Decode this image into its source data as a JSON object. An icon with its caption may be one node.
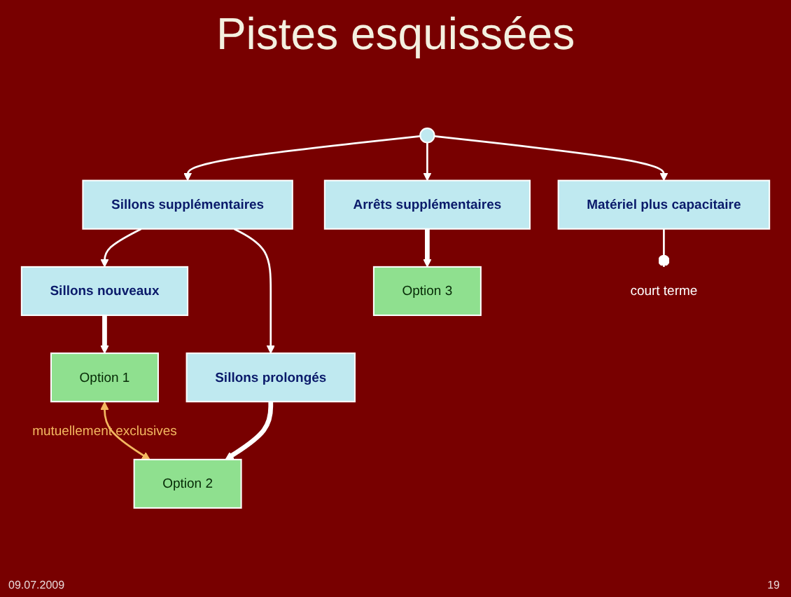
{
  "diagram": {
    "title": "Pistes esquissées",
    "nodes": [
      {
        "text": [],
        "shape": "circle"
      },
      {
        "text": [
          "Sillons supplémentaires"
        ]
      },
      {
        "text": [
          "Arrêts supplémentaires"
        ]
      },
      {
        "text": [
          "Matériel plus capacitaire"
        ]
      },
      {
        "text": [
          "Sillons nouveaux"
        ]
      },
      {
        "text": [
          "Sillons prolongés"
        ]
      },
      {
        "text": [
          "court terme"
        ]
      },
      {
        "text": [
          "Option 1"
        ]
      },
      {
        "text": [
          "Option 2"
        ]
      },
      {
        "text": [
          "Option 3"
        ]
      }
    ],
    "edges": [
      {
        "from": 0,
        "to": 1,
        "arrow": "to"
      },
      {
        "from": 0,
        "to": 2,
        "arrow": "to"
      },
      {
        "from": 0,
        "to": 3,
        "arrow": "to"
      },
      {
        "from": 1,
        "to": 4,
        "arrow": "to"
      },
      {
        "from": 1,
        "to": 5,
        "arrow": "to"
      },
      {
        "from": 3,
        "to": 6,
        "arrow": "other"
      },
      {
        "from": 4,
        "to": 7,
        "arrow": "to",
        "style": "thick"
      },
      {
        "from": 5,
        "to": 8,
        "arrow": "to",
        "style": "thick"
      },
      {
        "from": 2,
        "to": 9,
        "arrow": "to",
        "style": "thick"
      },
      {
        "from": 7,
        "to": 8,
        "arrow": "both",
        "label": "mutuellement exclusives",
        "color": "#f4b860"
      }
    ],
    "labels": [
      "09.07.2009",
      "19"
    ]
  }
}
